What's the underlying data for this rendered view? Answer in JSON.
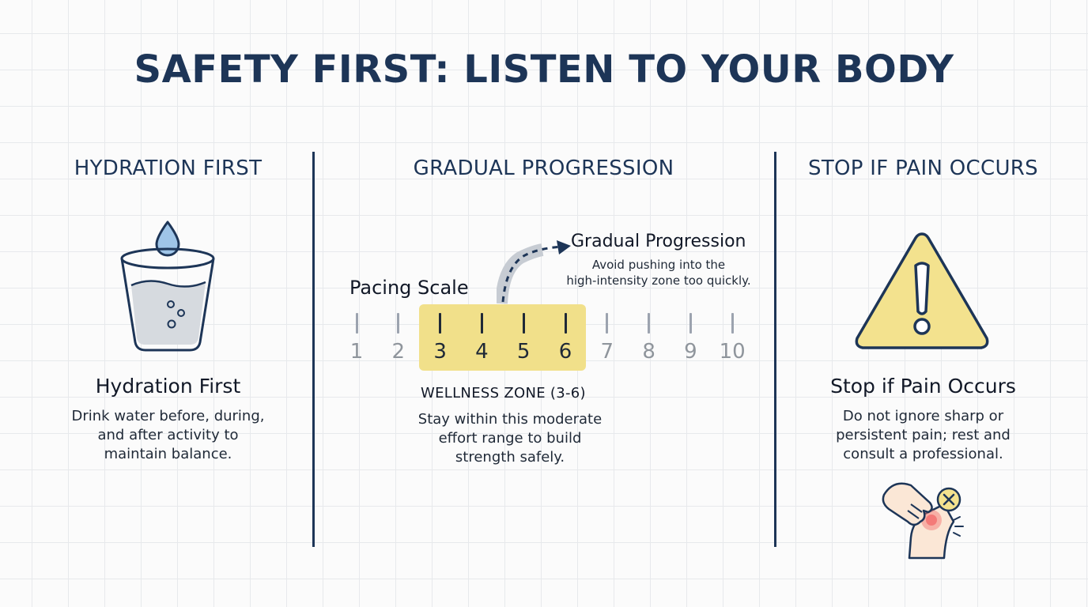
{
  "title": "SAFETY FIRST: LISTEN TO YOUR BODY",
  "columns": {
    "hydration": {
      "header": "HYDRATION FIRST",
      "card_title": "Hydration First",
      "text_lines": [
        "Drink water before, during,",
        "and after activity to",
        "maintain balance."
      ],
      "icon": "water-glass-icon"
    },
    "progression": {
      "header": "GRADUAL PROGRESSION",
      "scale_label": "Pacing Scale",
      "scale_numbers": [
        "1",
        "2",
        "3",
        "4",
        "5",
        "6",
        "7",
        "8",
        "9",
        "10"
      ],
      "zone_range": [
        3,
        6
      ],
      "zone_label": "WELLNESS ZONE (3-6)",
      "zone_text_lines": [
        "Stay within this moderate",
        "effort range to build",
        "strength safely."
      ],
      "callout_title": "Gradual Progression",
      "callout_lines": [
        "Avoid pushing into the",
        "high-intensity zone too quickly."
      ],
      "icon": "dashed-arrow-icon"
    },
    "pain": {
      "header": "STOP IF PAIN OCCURS",
      "card_title": "Stop if Pain Occurs",
      "text_lines": [
        "Do not ignore sharp or",
        "persistent pain; rest and",
        "consult a professional."
      ],
      "icon": "warning-triangle-icon",
      "icon2": "knee-pain-icon"
    }
  },
  "colors": {
    "navy": "#1d3557",
    "zone_yellow": "#f1e08a",
    "warning_yellow": "#f3e28e",
    "water_blue": "#9fc5e8",
    "pain_red": "#f26d6d"
  }
}
